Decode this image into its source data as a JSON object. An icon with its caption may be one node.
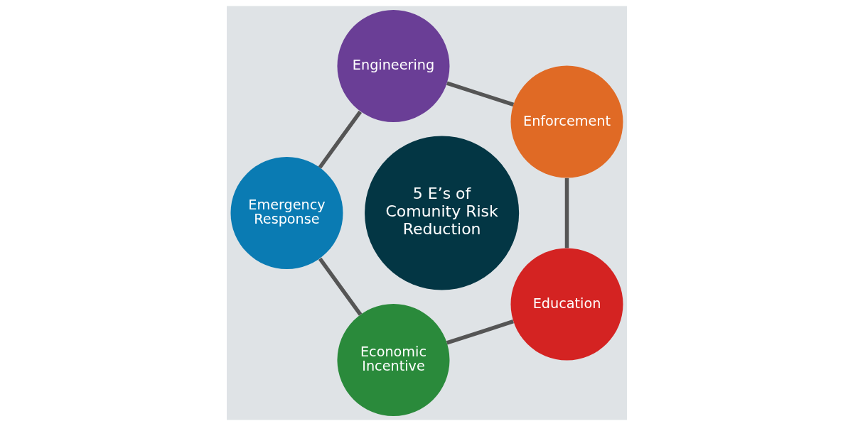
{
  "diagram": {
    "nodes": [
      {
        "text": [
          "5 E’s of Comunity Risk Reduction"
        ]
      },
      {
        "text": [
          "Enforcement"
        ]
      },
      {
        "text": [
          "Engineering"
        ]
      },
      {
        "text": [
          "Education"
        ]
      },
      {
        "text": [
          "Emergency Response"
        ]
      },
      {
        "text": [
          "Economic Incentive"
        ]
      }
    ],
    "edges": [
      {
        "from": 1,
        "to": 2,
        "arrow": "none"
      },
      {
        "from": 2,
        "to": 4,
        "arrow": "none"
      },
      {
        "from": 4,
        "to": 5,
        "arrow": "none"
      },
      {
        "from": 5,
        "to": 3,
        "arrow": "none"
      },
      {
        "from": 3,
        "to": 1,
        "arrow": "none"
      }
    ]
  }
}
